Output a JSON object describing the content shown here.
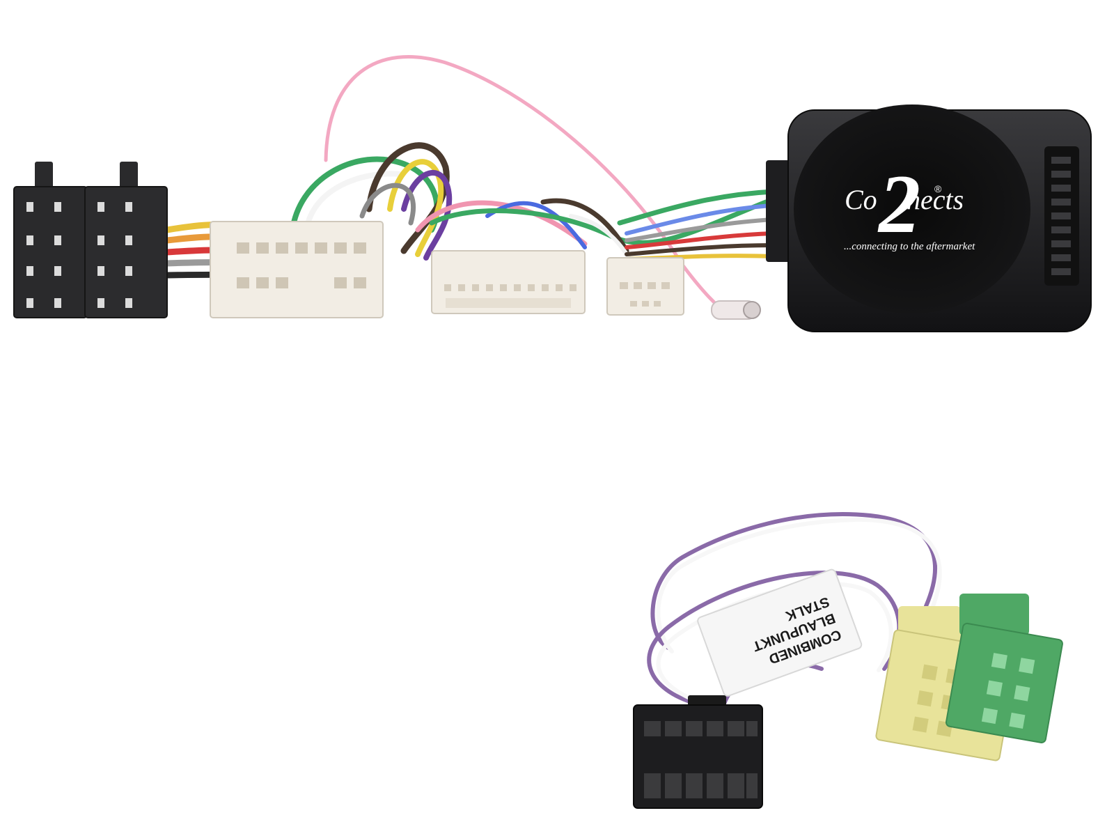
{
  "product": {
    "logo": {
      "brand_part1": "Co",
      "brand_part2": "nects",
      "numeral": "2",
      "registered": "®",
      "tagline": "...connecting to the aftermarket"
    },
    "label_tag": {
      "line1": "COMBINED",
      "line2": "BLAUPUNKT",
      "line3": "STALK"
    }
  },
  "colors": {
    "module_body": "#1c1c1e",
    "connector_black": "#2a2a2c",
    "connector_white": "#f2ede4",
    "connector_yellow": "#e8e39a",
    "connector_green": "#4fa865",
    "wire_pink": "#f0a0bd",
    "wire_purple": "#8a6aa8"
  }
}
